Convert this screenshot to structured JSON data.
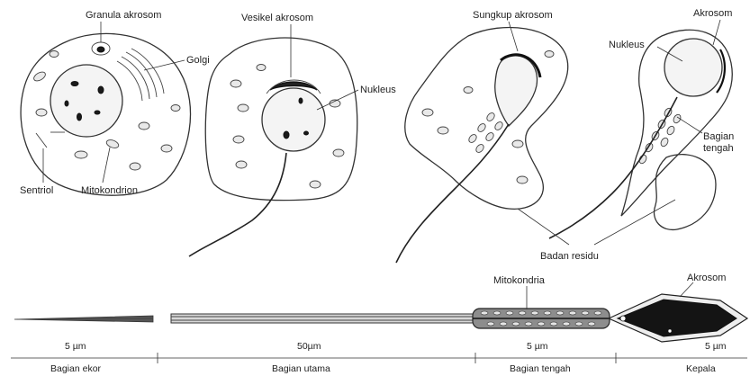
{
  "labels": {
    "granula_akrosom": "Granula akrosom",
    "golgi": "Golgi",
    "sentriol": "Sentriol",
    "mitokondrion": "Mitokondrion",
    "vesikel_akrosom": "Vesikel akrosom",
    "nukleus_2": "Nukleus",
    "sungkup_akrosom": "Sungkup akrosom",
    "akrosom_top": "Akrosom",
    "nukleus_4": "Nukleus",
    "bagian_tengah_top": "Bagian\ntengah",
    "badan_residu": "Badan residu",
    "mitokondria": "Mitokondria",
    "akrosom_bottom": "Akrosom"
  },
  "scale": {
    "ekor_len": "5 µm",
    "utama_len": "50µm",
    "tengah_len": "5 µm",
    "kepala_len": "5 µm"
  },
  "segments": {
    "ekor": "Bagian ekor",
    "utama": "Bagian utama",
    "tengah": "Bagian tengah",
    "kepala": "Kepala"
  }
}
